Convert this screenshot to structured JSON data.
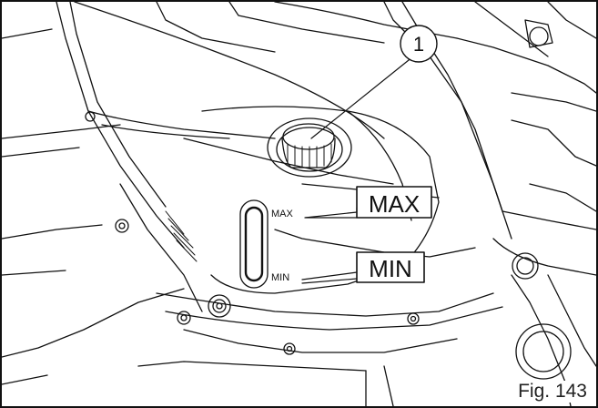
{
  "figure": {
    "label": "Fig. 143"
  },
  "callouts": [
    {
      "number": "1"
    }
  ],
  "level_marks": {
    "max_small": "MAX",
    "min_small": "MIN",
    "max_box": "MAX",
    "min_box": "MIN"
  }
}
